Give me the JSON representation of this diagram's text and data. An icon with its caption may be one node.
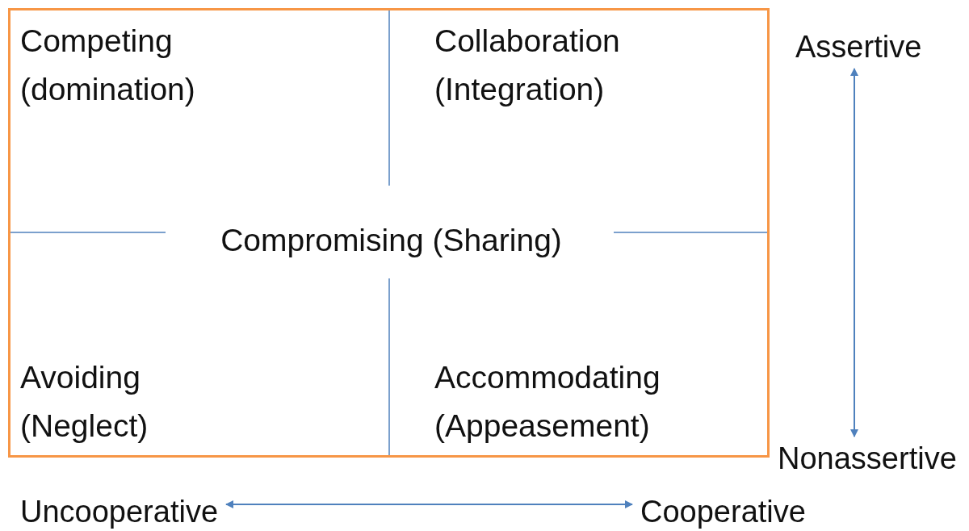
{
  "diagram": {
    "nodes": [
      {
        "text": [
          "Competing (domination)",
          "Collaboration (Integration)",
          "Compromising (Sharing)",
          "Avoiding (Neglect)",
          "Accommodating (Appeasement)"
        ]
      },
      {
        "text": [
          "Assertive"
        ]
      },
      {
        "text": [
          "Nonassertive"
        ]
      },
      {
        "text": [
          "Uncooperative"
        ]
      },
      {
        "text": [
          "Cooperative"
        ]
      }
    ],
    "edges": [
      {
        "from": 1,
        "to": 2,
        "arrow": "both"
      },
      {
        "from": 3,
        "to": 4,
        "arrow": "both"
      }
    ]
  }
}
